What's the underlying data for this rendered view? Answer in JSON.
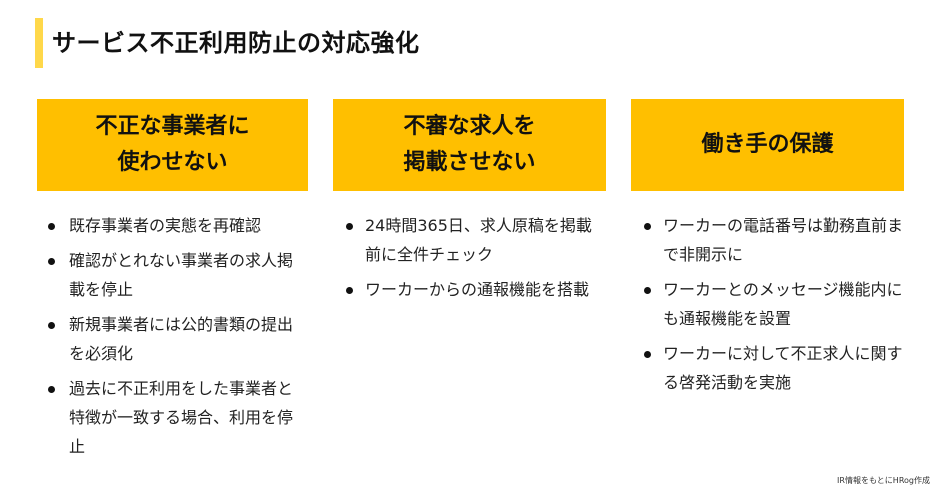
{
  "title": "サービス不正利用防止の対応強化",
  "colors": {
    "accent_bar": "#FFD84A",
    "header_box": "#FFBF00",
    "text": "#111111"
  },
  "columns": [
    {
      "header": "不正な事業者に\n使わせない",
      "bullets": [
        "既存事業者の実態を再確認",
        "確認がとれない事業者の求人掲載を停止",
        "新規事業者には公的書類の提出を必須化",
        "過去に不正利用をした事業者と特徴が一致する場合、利用を停止"
      ]
    },
    {
      "header": "不審な求人を\n掲載させない",
      "bullets": [
        "24時間365日、求人原稿を掲載前に全件チェック",
        "ワーカーからの通報機能を搭載"
      ]
    },
    {
      "header": "働き手の保護",
      "bullets": [
        "ワーカーの電話番号は勤務直前まで非開示に",
        "ワーカーとのメッセージ機能内にも通報機能を設置",
        "ワーカーに対して不正求人に関する啓発活動を実施"
      ]
    }
  ],
  "footer": {
    "source_note": "IR情報をもとにHRog作成"
  }
}
